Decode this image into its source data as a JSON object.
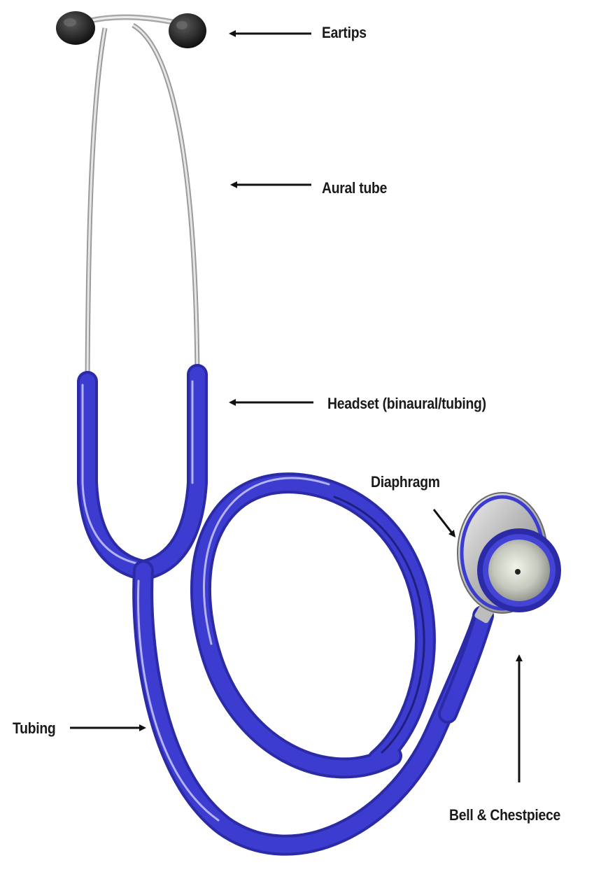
{
  "labels": {
    "eartips": "Eartips",
    "aural_tube": "Aural tube",
    "headset": "Headset (binaural/tubing)",
    "diaphragm": "Diaphragm",
    "tubing": "Tubing",
    "bell_chestpiece": "Bell & Chestpiece"
  },
  "colors": {
    "tubing": "#3a3ac8",
    "tubing_dark": "#22228a",
    "tubing_highlight": "#a9a9f5",
    "metal": "#c8c8c8",
    "eartip": "#1e1e1e",
    "arrow": "#111111"
  }
}
